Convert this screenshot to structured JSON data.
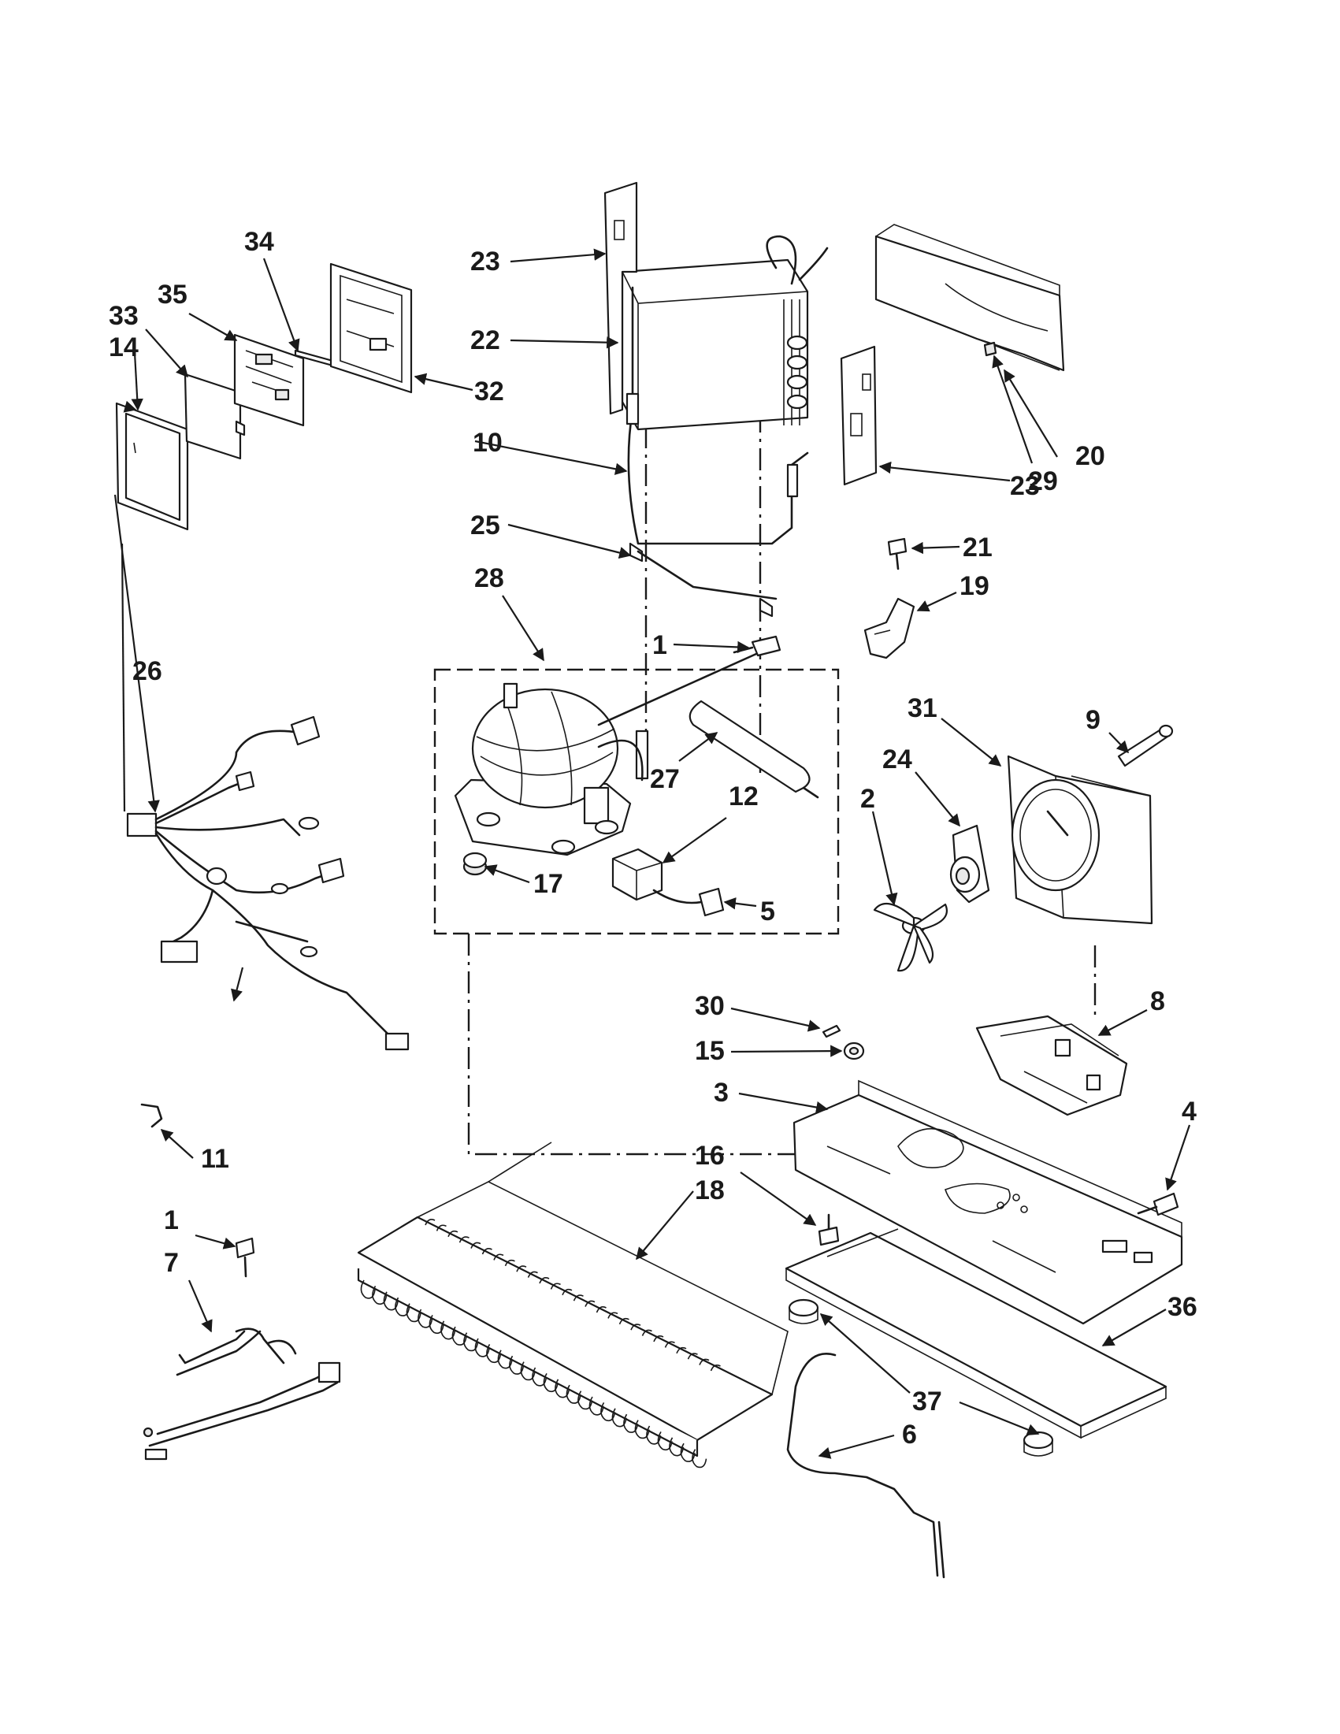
{
  "diagram": {
    "callouts": [
      {
        "id": "c1a",
        "label": "1"
      },
      {
        "id": "c1b",
        "label": "1"
      },
      {
        "id": "c2",
        "label": "2"
      },
      {
        "id": "c3",
        "label": "3"
      },
      {
        "id": "c4",
        "label": "4"
      },
      {
        "id": "c5",
        "label": "5"
      },
      {
        "id": "c6",
        "label": "6"
      },
      {
        "id": "c7",
        "label": "7"
      },
      {
        "id": "c8",
        "label": "8"
      },
      {
        "id": "c9",
        "label": "9"
      },
      {
        "id": "c10",
        "label": "10"
      },
      {
        "id": "c11",
        "label": "11"
      },
      {
        "id": "c12",
        "label": "12"
      },
      {
        "id": "c14",
        "label": "14"
      },
      {
        "id": "c15",
        "label": "15"
      },
      {
        "id": "c16",
        "label": "16"
      },
      {
        "id": "c17",
        "label": "17"
      },
      {
        "id": "c18",
        "label": "18"
      },
      {
        "id": "c19",
        "label": "19"
      },
      {
        "id": "c20",
        "label": "20"
      },
      {
        "id": "c21",
        "label": "21"
      },
      {
        "id": "c22",
        "label": "22"
      },
      {
        "id": "c23a",
        "label": "23"
      },
      {
        "id": "c23b",
        "label": "23"
      },
      {
        "id": "c24",
        "label": "24"
      },
      {
        "id": "c25",
        "label": "25"
      },
      {
        "id": "c26",
        "label": "26"
      },
      {
        "id": "c27",
        "label": "27"
      },
      {
        "id": "c28",
        "label": "28"
      },
      {
        "id": "c29",
        "label": "29"
      },
      {
        "id": "c30",
        "label": "30"
      },
      {
        "id": "c31",
        "label": "31"
      },
      {
        "id": "c32",
        "label": "32"
      },
      {
        "id": "c33",
        "label": "33"
      },
      {
        "id": "c34",
        "label": "34"
      },
      {
        "id": "c35",
        "label": "35"
      },
      {
        "id": "c36",
        "label": "36"
      },
      {
        "id": "c37",
        "label": "37"
      }
    ]
  }
}
